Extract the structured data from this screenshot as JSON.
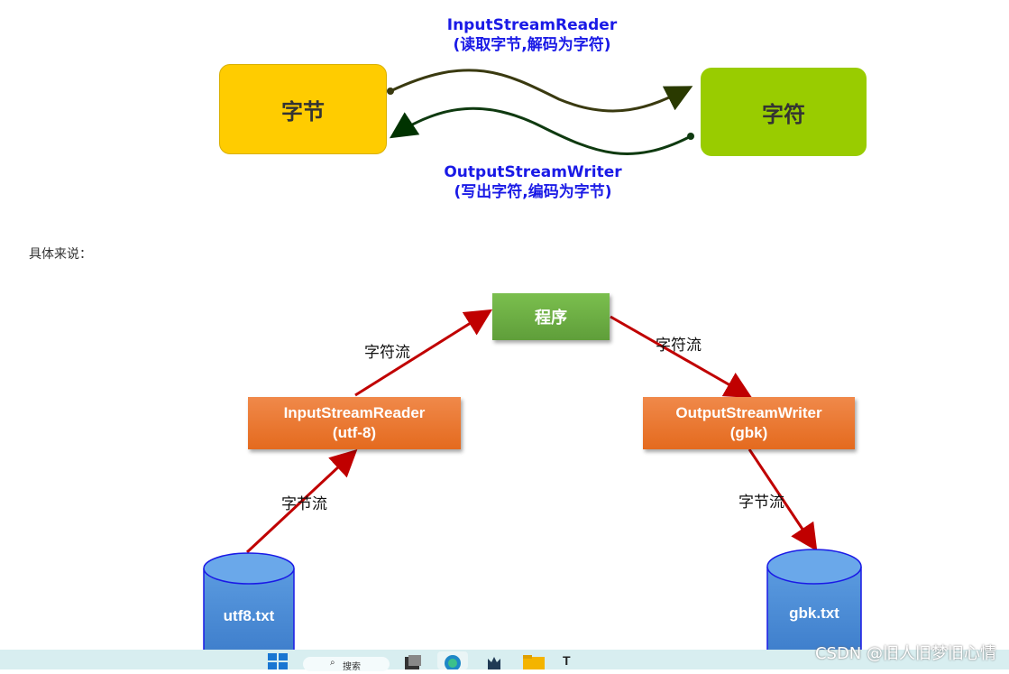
{
  "top_diagram": {
    "reader_name": "InputStreamReader",
    "reader_desc": "(读取字节,解码为字符)",
    "writer_name": "OutputStreamWriter",
    "writer_desc": "(写出字符,编码为字节)",
    "left_box": "字节",
    "right_box": "字符",
    "colors": {
      "left_box": "#ffcc00",
      "right_box": "#99cc00",
      "label": "#1a1ae6"
    }
  },
  "caption": "具体来说：",
  "bottom_diagram": {
    "program": "程序",
    "reader_box": {
      "line1": "InputStreamReader",
      "line2": "(utf-8)"
    },
    "writer_box": {
      "line1": "OutputStreamWriter",
      "line2": "(gbk)"
    },
    "labels": {
      "char_stream_left": "字符流",
      "char_stream_right": "字符流",
      "byte_stream_left": "字节流",
      "byte_stream_right": "字节流"
    },
    "left_file": "utf8.txt",
    "right_file": "gbk.txt",
    "colors": {
      "arrow": "#c00000",
      "program": "#6aaa42",
      "stream_box": "#ec7a2e",
      "cylinder": "#4f8fd6"
    }
  },
  "taskbar": {
    "search_label": "搜索",
    "icons": [
      "windows-start-icon",
      "search-icon",
      "task-view-icon",
      "edge-browser-icon",
      "app-icon",
      "file-explorer-icon",
      "text-app-icon"
    ]
  },
  "watermark": "CSDN @旧人旧梦旧心情"
}
